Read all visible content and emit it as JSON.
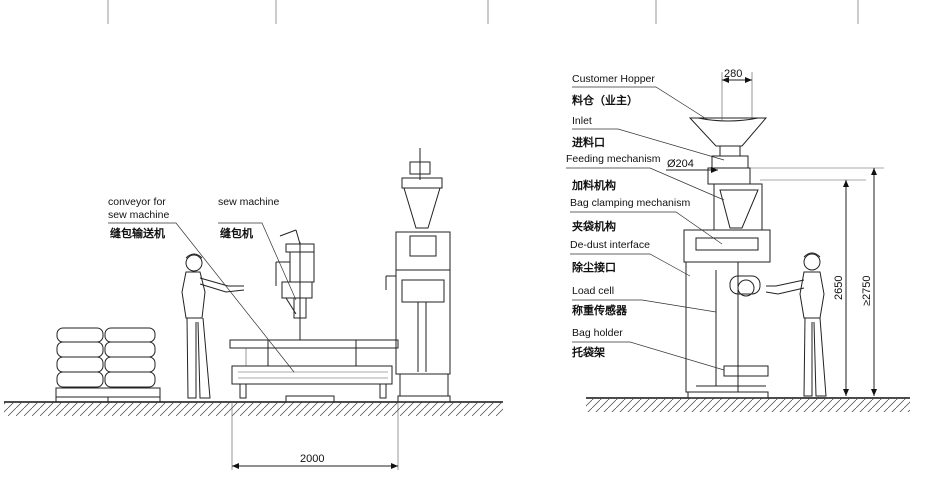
{
  "left_view": {
    "labels": {
      "conveyor_en_1": "conveyor for",
      "conveyor_en_2": "sew machine",
      "conveyor_zh": "缝包输送机",
      "sew_en": "sew machine",
      "sew_zh": "缝包机"
    },
    "dimension": "2000"
  },
  "right_view": {
    "labels": [
      {
        "en": "Customer Hopper",
        "zh": "料仓（业主）"
      },
      {
        "en": "Inlet",
        "zh": "进料口"
      },
      {
        "en": "Feeding mechanism",
        "zh": "加料机构"
      },
      {
        "en": "Bag clamping mechanism",
        "zh": "夹袋机构"
      },
      {
        "en": "De-dust interface",
        "zh": "除尘接口"
      },
      {
        "en": "Load cell",
        "zh": "称重传感器"
      },
      {
        "en": "Bag holder",
        "zh": "托袋架"
      }
    ],
    "dimensions": {
      "top_width": "280",
      "inlet_diameter": "Ø204",
      "height_1": "2650",
      "height_2": "≥2750"
    }
  }
}
